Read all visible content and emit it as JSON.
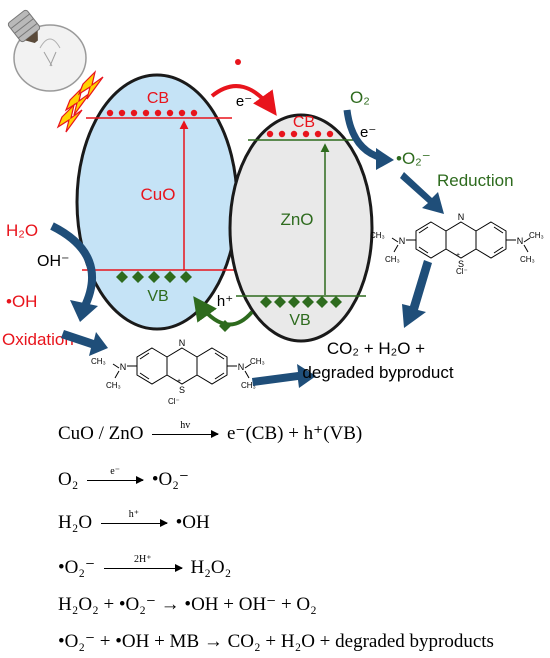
{
  "cuo": {
    "cb": "CB",
    "vb": "VB",
    "name": "CuO"
  },
  "zno": {
    "cb": "CB",
    "vb": "VB",
    "name": "ZnO"
  },
  "transfer": {
    "electron": "e⁻",
    "hole": "h⁺"
  },
  "left_side": {
    "h2o": "H₂O",
    "oh_minus": "OH⁻",
    "oh_radical": "•OH",
    "process": "Oxidation"
  },
  "right_side": {
    "o2": "O₂",
    "electron": "e⁻",
    "superoxide": "•O₂⁻",
    "process": "Reduction"
  },
  "products": {
    "line1": "CO₂ + H₂O +",
    "line2": "degraded byproduct"
  },
  "molecule": {
    "n_top": "N",
    "s_bottom": "S",
    "s_charge": "+",
    "ch3": "CH₃",
    "n_left": "N",
    "n_right": "N",
    "counterion": "Cl⁻"
  },
  "equations": {
    "eq1": {
      "left": "CuO / ZnO",
      "arrow_label": "hv",
      "right": "e⁻(CB) + h⁺(VB)"
    },
    "eq2": {
      "left": "O₂",
      "arrow_label": "e⁻",
      "right": "•O₂⁻"
    },
    "eq3": {
      "left": "H₂O",
      "arrow_label": "h⁺",
      "right": "•OH"
    },
    "eq4": {
      "left": "•O₂⁻",
      "arrow_label": "2H⁺",
      "right": "H₂O₂"
    },
    "eq5": {
      "text": "H₂O₂ + •O₂⁻ → •OH + OH⁻ + O₂"
    },
    "eq6": {
      "text": "•O₂⁻ + •OH + MB → CO₂ + H₂O + degraded byproducts"
    }
  },
  "colors": {
    "red": "#e8141c",
    "green": "#2e6b1e",
    "navy": "#1f4e79",
    "cuo_fill": "#c5e3f6",
    "zno_fill": "#e9e9e9"
  }
}
